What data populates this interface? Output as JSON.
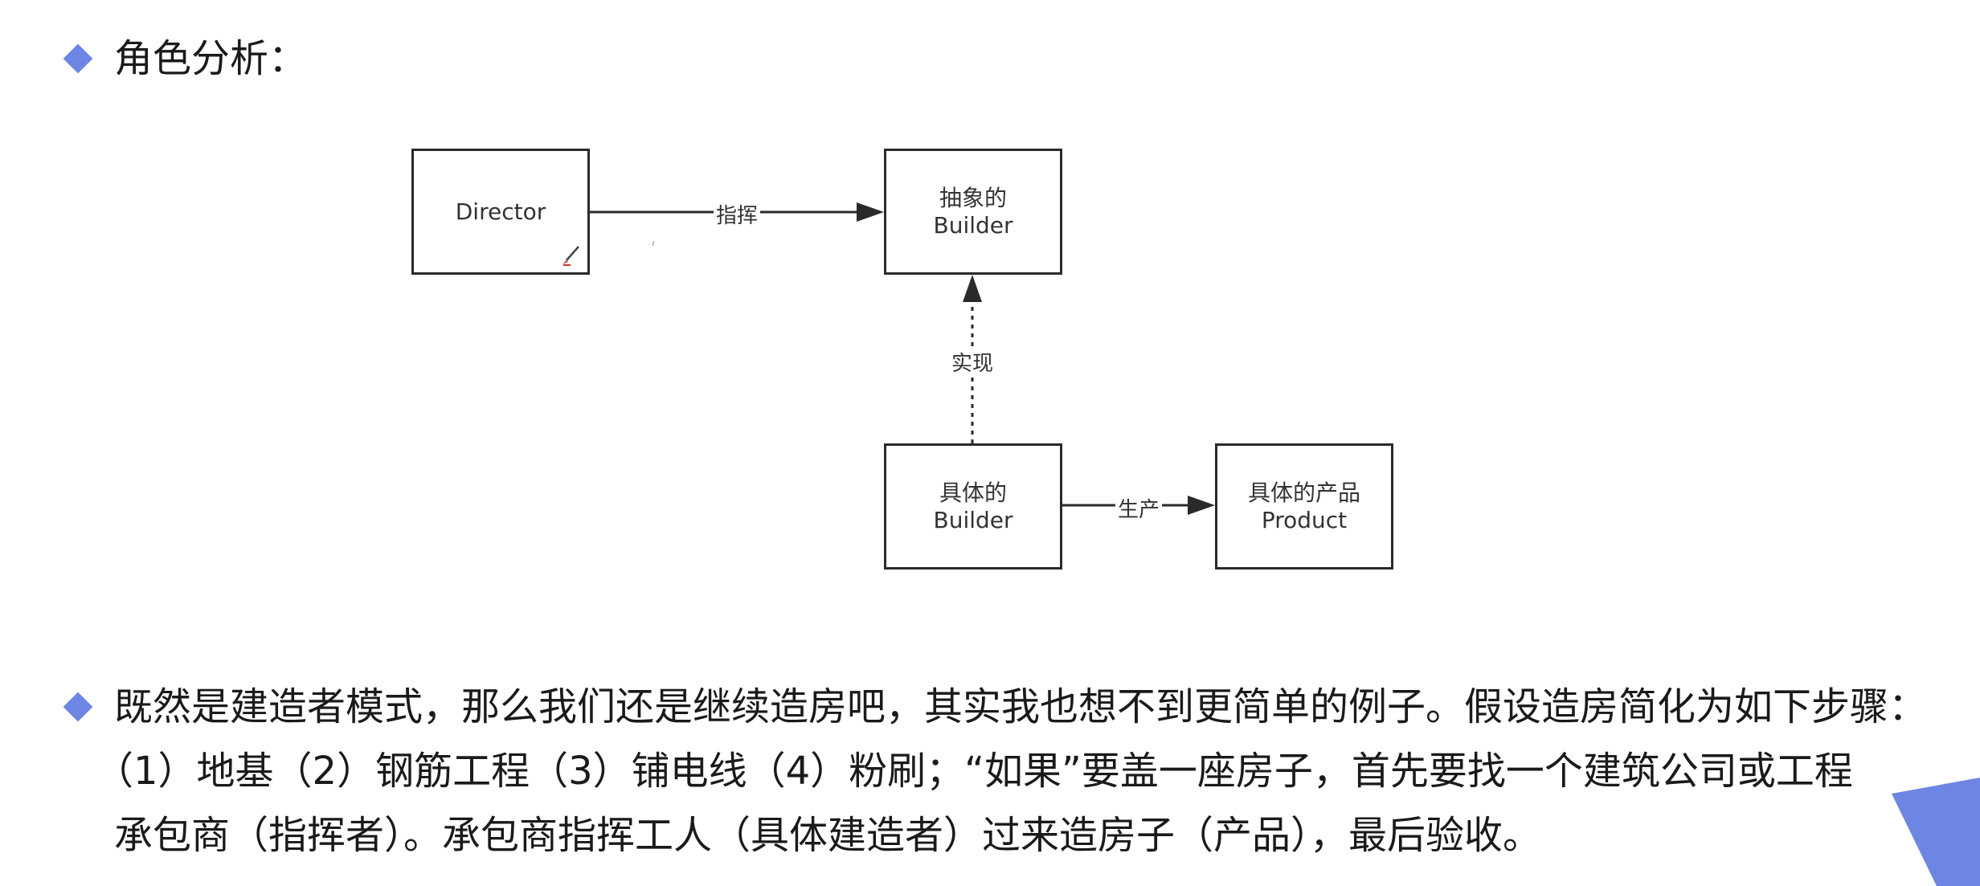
{
  "heading": "角色分析：",
  "diagram": {
    "director": "Director",
    "abstract_builder": {
      "line1": "抽象的",
      "line2": "Builder"
    },
    "concrete_builder": {
      "line1": "具体的",
      "line2": "Builder"
    },
    "product": {
      "line1": "具体的产品",
      "line2": "Product"
    },
    "edge_direct": "指挥",
    "edge_implement": "实现",
    "edge_produce": "生产"
  },
  "paragraph": {
    "line1": "既然是建造者模式，那么我们还是继续造房吧，其实我也想不到更简单的例子。假设造房简化为如下步骤：",
    "line2": "（1）地基（2）钢筋工程（3）铺电线（4）粉刷；“如果”要盖一座房子，首先要找一个建筑公司或工程",
    "line3": "承包商（指挥者）。承包商指挥工人（具体建造者）过来造房子（产品），最后验收。"
  },
  "colors": {
    "accent": "#6d86e4",
    "border": "#2a2a2a"
  }
}
